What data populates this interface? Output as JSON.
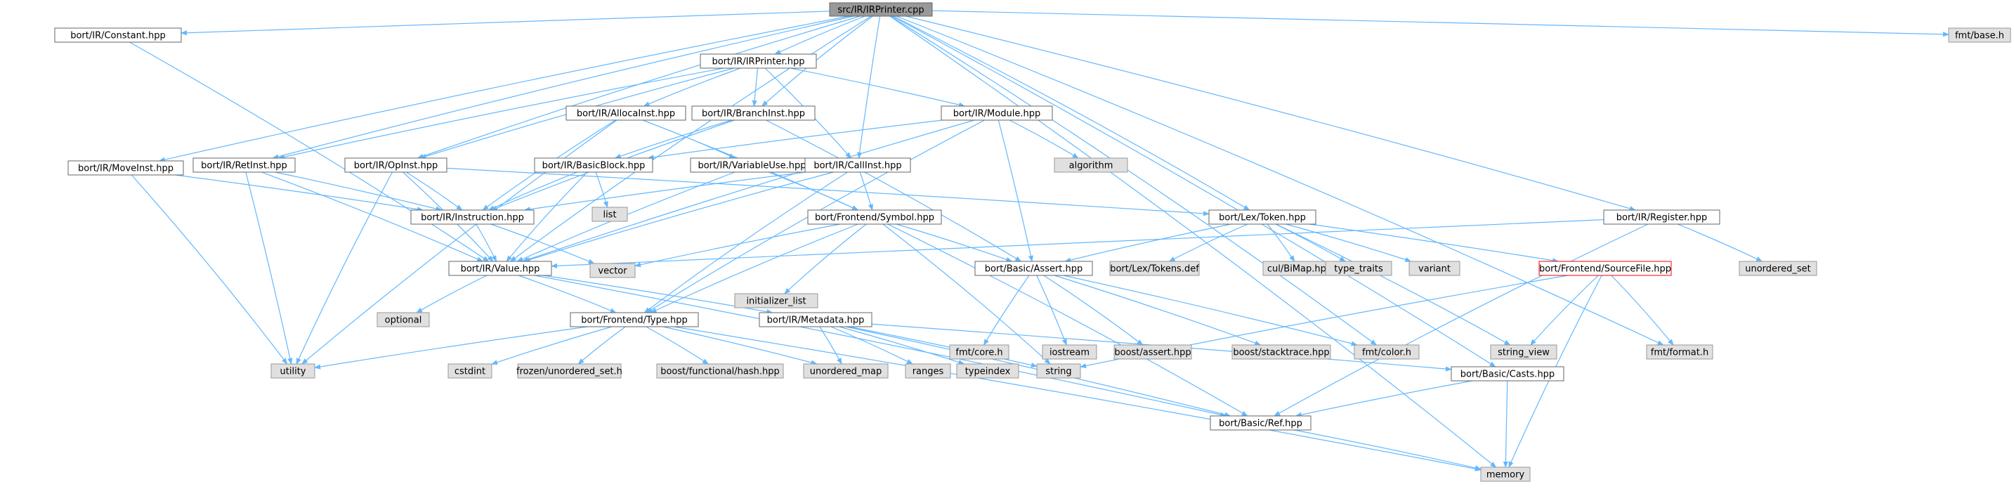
{
  "colors": {
    "edge": "#63B8FF",
    "node_border": "#666666",
    "node_fill": "#FFFFFF",
    "root_fill": "#999999",
    "system_fill": "#E0E0E0",
    "system_border": "#999999",
    "incomplete_border": "#FF0000",
    "text": "#000000"
  },
  "nodes": [
    {
      "id": "root",
      "label": "src/IR/IRPrinter.cpp",
      "kind": "root"
    },
    {
      "id": "constant",
      "label": "bort/IR/Constant.hpp",
      "kind": "normal"
    },
    {
      "id": "irprinter_h",
      "label": "bort/IR/IRPrinter.hpp",
      "kind": "normal"
    },
    {
      "id": "fmtbase",
      "label": "fmt/base.h",
      "kind": "system"
    },
    {
      "id": "allocainst",
      "label": "bort/IR/AllocaInst.hpp",
      "kind": "normal"
    },
    {
      "id": "branchinst",
      "label": "bort/IR/BranchInst.hpp",
      "kind": "normal"
    },
    {
      "id": "module",
      "label": "bort/IR/Module.hpp",
      "kind": "normal"
    },
    {
      "id": "moveinst",
      "label": "bort/IR/MoveInst.hpp",
      "kind": "normal"
    },
    {
      "id": "retinst",
      "label": "bort/IR/RetInst.hpp",
      "kind": "normal"
    },
    {
      "id": "opinst",
      "label": "bort/IR/OpInst.hpp",
      "kind": "normal"
    },
    {
      "id": "basicblock",
      "label": "bort/IR/BasicBlock.hpp",
      "kind": "normal"
    },
    {
      "id": "variableuse",
      "label": "bort/IR/VariableUse.hpp",
      "kind": "normal"
    },
    {
      "id": "callinst",
      "label": "bort/IR/CallInst.hpp",
      "kind": "normal"
    },
    {
      "id": "algorithm",
      "label": "algorithm",
      "kind": "system"
    },
    {
      "id": "list",
      "label": "list",
      "kind": "system"
    },
    {
      "id": "instruction",
      "label": "bort/IR/Instruction.hpp",
      "kind": "normal"
    },
    {
      "id": "symbol",
      "label": "bort/Frontend/Symbol.hpp",
      "kind": "normal"
    },
    {
      "id": "token",
      "label": "bort/Lex/Token.hpp",
      "kind": "normal"
    },
    {
      "id": "register",
      "label": "bort/IR/Register.hpp",
      "kind": "normal"
    },
    {
      "id": "value",
      "label": "bort/IR/Value.hpp",
      "kind": "normal"
    },
    {
      "id": "vector",
      "label": "vector",
      "kind": "system"
    },
    {
      "id": "initlist",
      "label": "initializer_list",
      "kind": "system"
    },
    {
      "id": "assert",
      "label": "bort/Basic/Assert.hpp",
      "kind": "normal"
    },
    {
      "id": "tokensdef",
      "label": "bort/Lex/Tokens.def",
      "kind": "system"
    },
    {
      "id": "bimap",
      "label": "cul/BiMap.hpp",
      "kind": "system"
    },
    {
      "id": "typetraits",
      "label": "type_traits",
      "kind": "system"
    },
    {
      "id": "variant",
      "label": "variant",
      "kind": "system"
    },
    {
      "id": "sourcefile",
      "label": "bort/Frontend/SourceFile.hpp",
      "kind": "incomplete"
    },
    {
      "id": "unorderedset",
      "label": "unordered_set",
      "kind": "system"
    },
    {
      "id": "optional",
      "label": "optional",
      "kind": "system"
    },
    {
      "id": "type",
      "label": "bort/Frontend/Type.hpp",
      "kind": "normal"
    },
    {
      "id": "metadata",
      "label": "bort/IR/Metadata.hpp",
      "kind": "normal"
    },
    {
      "id": "fmtcore",
      "label": "fmt/core.h",
      "kind": "system"
    },
    {
      "id": "iostream",
      "label": "iostream",
      "kind": "system"
    },
    {
      "id": "boostassert",
      "label": "boost/assert.hpp",
      "kind": "system"
    },
    {
      "id": "stacktrace",
      "label": "boost/stacktrace.hpp",
      "kind": "system"
    },
    {
      "id": "fmtcolor",
      "label": "fmt/color.h",
      "kind": "system"
    },
    {
      "id": "stringview",
      "label": "string_view",
      "kind": "system"
    },
    {
      "id": "fmtformat",
      "label": "fmt/format.h",
      "kind": "system"
    },
    {
      "id": "utility",
      "label": "utility",
      "kind": "system"
    },
    {
      "id": "cstdint",
      "label": "cstdint",
      "kind": "system"
    },
    {
      "id": "frozen",
      "label": "frozen/unordered_set.h",
      "kind": "system"
    },
    {
      "id": "boosthash",
      "label": "boost/functional/hash.hpp",
      "kind": "system"
    },
    {
      "id": "unorderedmap",
      "label": "unordered_map",
      "kind": "system"
    },
    {
      "id": "ranges",
      "label": "ranges",
      "kind": "system"
    },
    {
      "id": "typeindex",
      "label": "typeindex",
      "kind": "system"
    },
    {
      "id": "string",
      "label": "string",
      "kind": "system"
    },
    {
      "id": "casts",
      "label": "bort/Basic/Casts.hpp",
      "kind": "normal"
    },
    {
      "id": "ref",
      "label": "bort/Basic/Ref.hpp",
      "kind": "normal"
    },
    {
      "id": "memory",
      "label": "memory",
      "kind": "system"
    }
  ],
  "edges": [
    [
      "root",
      "constant"
    ],
    [
      "root",
      "irprinter_h"
    ],
    [
      "root",
      "fmtbase"
    ],
    [
      "root",
      "moveinst"
    ],
    [
      "root",
      "retinst"
    ],
    [
      "root",
      "opinst"
    ],
    [
      "root",
      "branchinst"
    ],
    [
      "root",
      "callinst"
    ],
    [
      "root",
      "value"
    ],
    [
      "root",
      "token"
    ],
    [
      "root",
      "register"
    ],
    [
      "root",
      "fmtcolor"
    ],
    [
      "root",
      "fmtformat"
    ],
    [
      "root",
      "casts"
    ],
    [
      "root",
      "memory"
    ],
    [
      "constant",
      "value"
    ],
    [
      "irprinter_h",
      "allocainst"
    ],
    [
      "irprinter_h",
      "branchinst"
    ],
    [
      "irprinter_h",
      "module"
    ],
    [
      "irprinter_h",
      "retinst"
    ],
    [
      "irprinter_h",
      "opinst"
    ],
    [
      "irprinter_h",
      "callinst"
    ],
    [
      "allocainst",
      "variableuse"
    ],
    [
      "allocainst",
      "instruction"
    ],
    [
      "allocainst",
      "symbol"
    ],
    [
      "allocainst",
      "utility"
    ],
    [
      "branchinst",
      "basicblock"
    ],
    [
      "branchinst",
      "instruction"
    ],
    [
      "branchinst",
      "assert"
    ],
    [
      "module",
      "basicblock"
    ],
    [
      "module",
      "algorithm"
    ],
    [
      "module",
      "value"
    ],
    [
      "module",
      "assert"
    ],
    [
      "module",
      "type"
    ],
    [
      "moveinst",
      "instruction"
    ],
    [
      "moveinst",
      "utility"
    ],
    [
      "retinst",
      "instruction"
    ],
    [
      "retinst",
      "value"
    ],
    [
      "retinst",
      "utility"
    ],
    [
      "opinst",
      "instruction"
    ],
    [
      "opinst",
      "value"
    ],
    [
      "opinst",
      "token"
    ],
    [
      "opinst",
      "utility"
    ],
    [
      "basicblock",
      "instruction"
    ],
    [
      "basicblock",
      "list"
    ],
    [
      "basicblock",
      "value"
    ],
    [
      "variableuse",
      "symbol"
    ],
    [
      "variableuse",
      "value"
    ],
    [
      "callinst",
      "instruction"
    ],
    [
      "callinst",
      "symbol"
    ],
    [
      "callinst",
      "type"
    ],
    [
      "callinst",
      "value"
    ],
    [
      "instruction",
      "value"
    ],
    [
      "instruction",
      "vector"
    ],
    [
      "symbol",
      "vector"
    ],
    [
      "symbol",
      "initlist"
    ],
    [
      "symbol",
      "assert"
    ],
    [
      "symbol",
      "type"
    ],
    [
      "symbol",
      "string"
    ],
    [
      "symbol",
      "ref"
    ],
    [
      "token",
      "assert"
    ],
    [
      "token",
      "tokensdef"
    ],
    [
      "token",
      "bimap"
    ],
    [
      "token",
      "typetraits"
    ],
    [
      "token",
      "variant"
    ],
    [
      "token",
      "sourcefile"
    ],
    [
      "token",
      "stringview"
    ],
    [
      "register",
      "value"
    ],
    [
      "register",
      "unorderedset"
    ],
    [
      "register",
      "ref"
    ],
    [
      "value",
      "optional"
    ],
    [
      "value",
      "type"
    ],
    [
      "value",
      "metadata"
    ],
    [
      "value",
      "ref"
    ],
    [
      "assert",
      "fmtcore"
    ],
    [
      "assert",
      "iostream"
    ],
    [
      "assert",
      "boostassert"
    ],
    [
      "assert",
      "stacktrace"
    ],
    [
      "assert",
      "fmtcolor"
    ],
    [
      "sourcefile",
      "stringview"
    ],
    [
      "sourcefile",
      "fmtformat"
    ],
    [
      "sourcefile",
      "string"
    ],
    [
      "sourcefile",
      "memory"
    ],
    [
      "type",
      "utility"
    ],
    [
      "type",
      "cstdint"
    ],
    [
      "type",
      "frozen"
    ],
    [
      "type",
      "boosthash"
    ],
    [
      "type",
      "unorderedmap"
    ],
    [
      "type",
      "memory"
    ],
    [
      "metadata",
      "unorderedmap"
    ],
    [
      "metadata",
      "ranges"
    ],
    [
      "metadata",
      "typeindex"
    ],
    [
      "metadata",
      "string"
    ],
    [
      "metadata",
      "casts"
    ],
    [
      "metadata",
      "ref"
    ],
    [
      "casts",
      "ref"
    ],
    [
      "casts",
      "memory"
    ],
    [
      "ref",
      "memory"
    ]
  ]
}
